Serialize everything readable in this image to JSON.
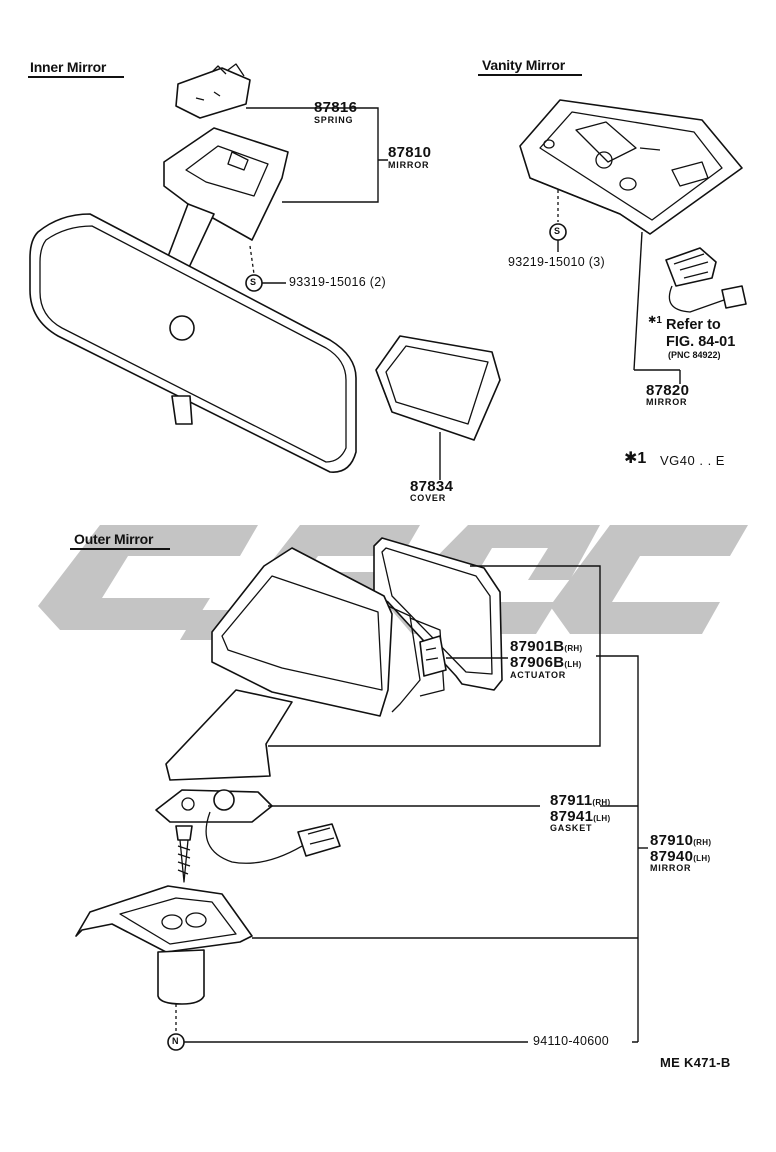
{
  "sections": {
    "inner_mirror": "Inner Mirror",
    "vanity_mirror": "Vanity Mirror",
    "outer_mirror": "Outer Mirror"
  },
  "parts": {
    "spring": {
      "number": "87816",
      "name": "SPRING"
    },
    "inner_mirror": {
      "number": "87810",
      "name": "MIRROR"
    },
    "inner_screw": {
      "number": "93319-15016",
      "qty": "(2)",
      "symbol": "S"
    },
    "cover": {
      "number": "87834",
      "name": "COVER"
    },
    "vanity_screw": {
      "number": "93219-15010",
      "qty": "(3)",
      "symbol": "S"
    },
    "vanity_mirror": {
      "number": "87820",
      "name": "MIRROR"
    },
    "actuator_rh": {
      "number": "87901B",
      "side": "(RH)"
    },
    "actuator_lh": {
      "number": "87906B",
      "side": "(LH)",
      "name": "ACTUATOR"
    },
    "gasket_rh": {
      "number": "87911",
      "side": "(RH)"
    },
    "gasket_lh": {
      "number": "87941",
      "side": "(LH)",
      "name": "GASKET"
    },
    "outer_rh": {
      "number": "87910",
      "side": "(RH)"
    },
    "outer_lh": {
      "number": "87940",
      "side": "(LH)",
      "name": "MIRROR"
    },
    "outer_bolt": {
      "number": "94110-40600",
      "symbol": "N"
    }
  },
  "reference": {
    "mark": "✱1",
    "line1": "Refer to",
    "line2": "FIG. 84-01",
    "line3": "(PNC 84922)"
  },
  "note": {
    "mark": "✱1",
    "text": "VG40 . . E"
  },
  "drawing_code": "ME K471-B",
  "colors": {
    "line": "#111111",
    "watermark": "#c4c4c4",
    "background": "#ffffff"
  }
}
